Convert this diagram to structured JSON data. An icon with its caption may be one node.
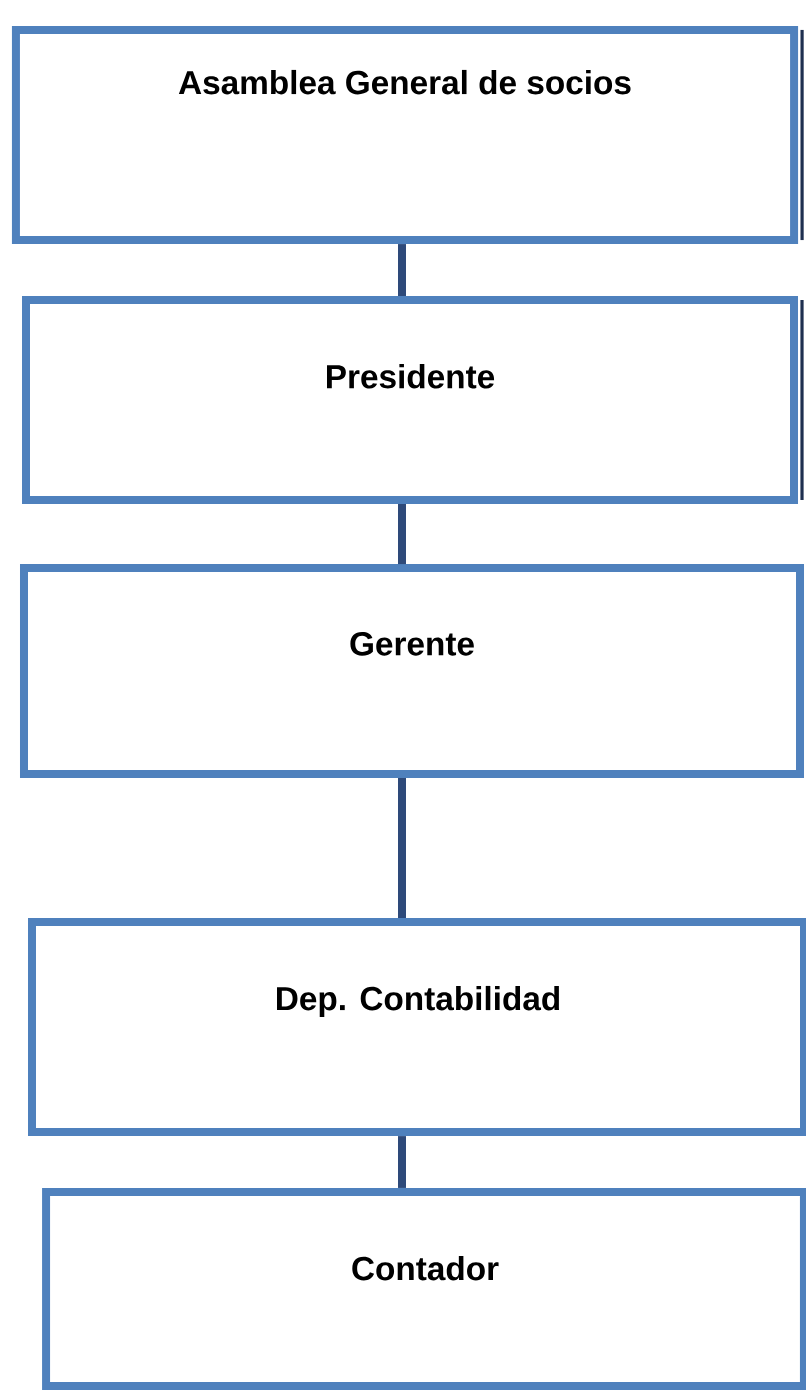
{
  "diagram": {
    "nodes": [
      {
        "text": [
          "Asamblea General de socios"
        ]
      },
      {
        "text": [
          "Presidente"
        ]
      },
      {
        "text": [
          "Gerente"
        ]
      },
      {
        "text": [
          "Dep. Contabilidad"
        ]
      },
      {
        "text": [
          "Contador"
        ]
      }
    ],
    "edges": [
      {
        "from": 0,
        "to": 1,
        "arrow": "none"
      },
      {
        "from": 1,
        "to": 2,
        "arrow": "none"
      },
      {
        "from": 2,
        "to": 3,
        "arrow": "none"
      },
      {
        "from": 3,
        "to": 4,
        "arrow": "none"
      }
    ]
  }
}
